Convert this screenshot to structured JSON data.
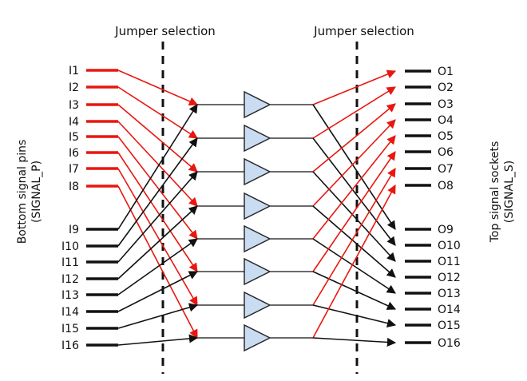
{
  "headers": {
    "left": "Jumper selection",
    "right": "Jumper selection"
  },
  "side_labels": {
    "left_line1": "Bottom signal pins",
    "left_line2": "(SIGNAL_P)",
    "right_line1": "Top signal sockets",
    "right_line2": "(SIGNAL_S)"
  },
  "inputs": [
    "I1",
    "I2",
    "I3",
    "I4",
    "I5",
    "I6",
    "I7",
    "I8",
    "I9",
    "I10",
    "I11",
    "I12",
    "I13",
    "I14",
    "I15",
    "I16"
  ],
  "outputs": [
    "O1",
    "O2",
    "O3",
    "O4",
    "O5",
    "O6",
    "O7",
    "O8",
    "O9",
    "O10",
    "O11",
    "O12",
    "O13",
    "O14",
    "O15",
    "O16"
  ],
  "buffer_count": 8,
  "colors": {
    "red": "#e8170f",
    "black": "#111111",
    "buffer_fill": "#c9dcf2",
    "buffer_stroke": "#2a2a2a",
    "dash": "#111111"
  }
}
